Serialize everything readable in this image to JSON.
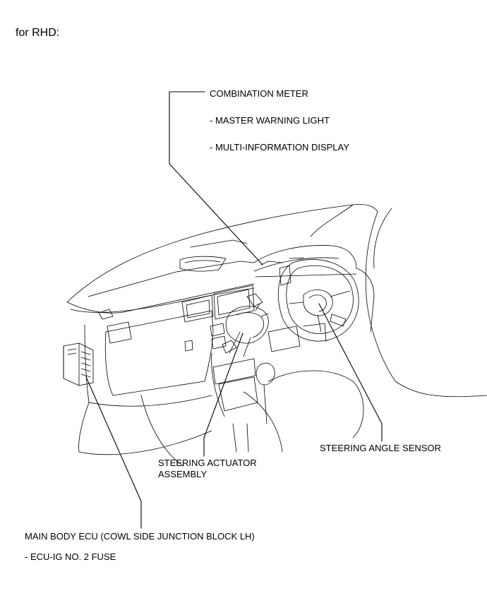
{
  "heading": "for RHD:",
  "callouts": {
    "combination_meter": {
      "title": "COMBINATION METER",
      "items": [
        "- MASTER WARNING LIGHT",
        "- MULTI-INFORMATION DISPLAY"
      ]
    },
    "steering_angle_sensor": {
      "title": "STEERING ANGLE SENSOR"
    },
    "steering_actuator": {
      "line1": "STEERING ACTUATOR",
      "line2": "ASSEMBLY"
    },
    "main_body_ecu": {
      "title": "MAIN BODY ECU (COWL SIDE JUNCTION BLOCK LH)",
      "items": [
        "- ECU-IG NO. 2 FUSE"
      ]
    }
  }
}
